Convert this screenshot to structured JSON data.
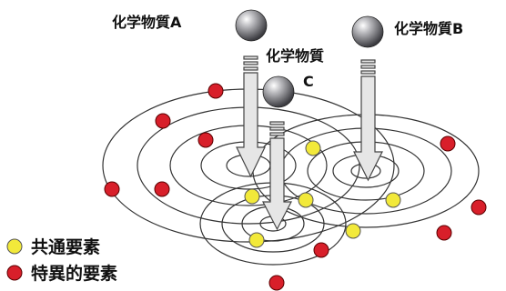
{
  "labels": {
    "substance_a": "化学物質A",
    "substance_b": "化学物質B",
    "substance_c_line1": "化学物質",
    "substance_c_line2": "C"
  },
  "legend": [
    {
      "label": "共通要素",
      "color": "#f2e93a"
    },
    {
      "label": "特異的要素",
      "color": "#d81f2a"
    }
  ],
  "colors": {
    "common_element": "#f2e93a",
    "specific_element": "#d81f2a",
    "ring_stroke": "#333333",
    "arrow_fill": "#e6e6e6"
  }
}
